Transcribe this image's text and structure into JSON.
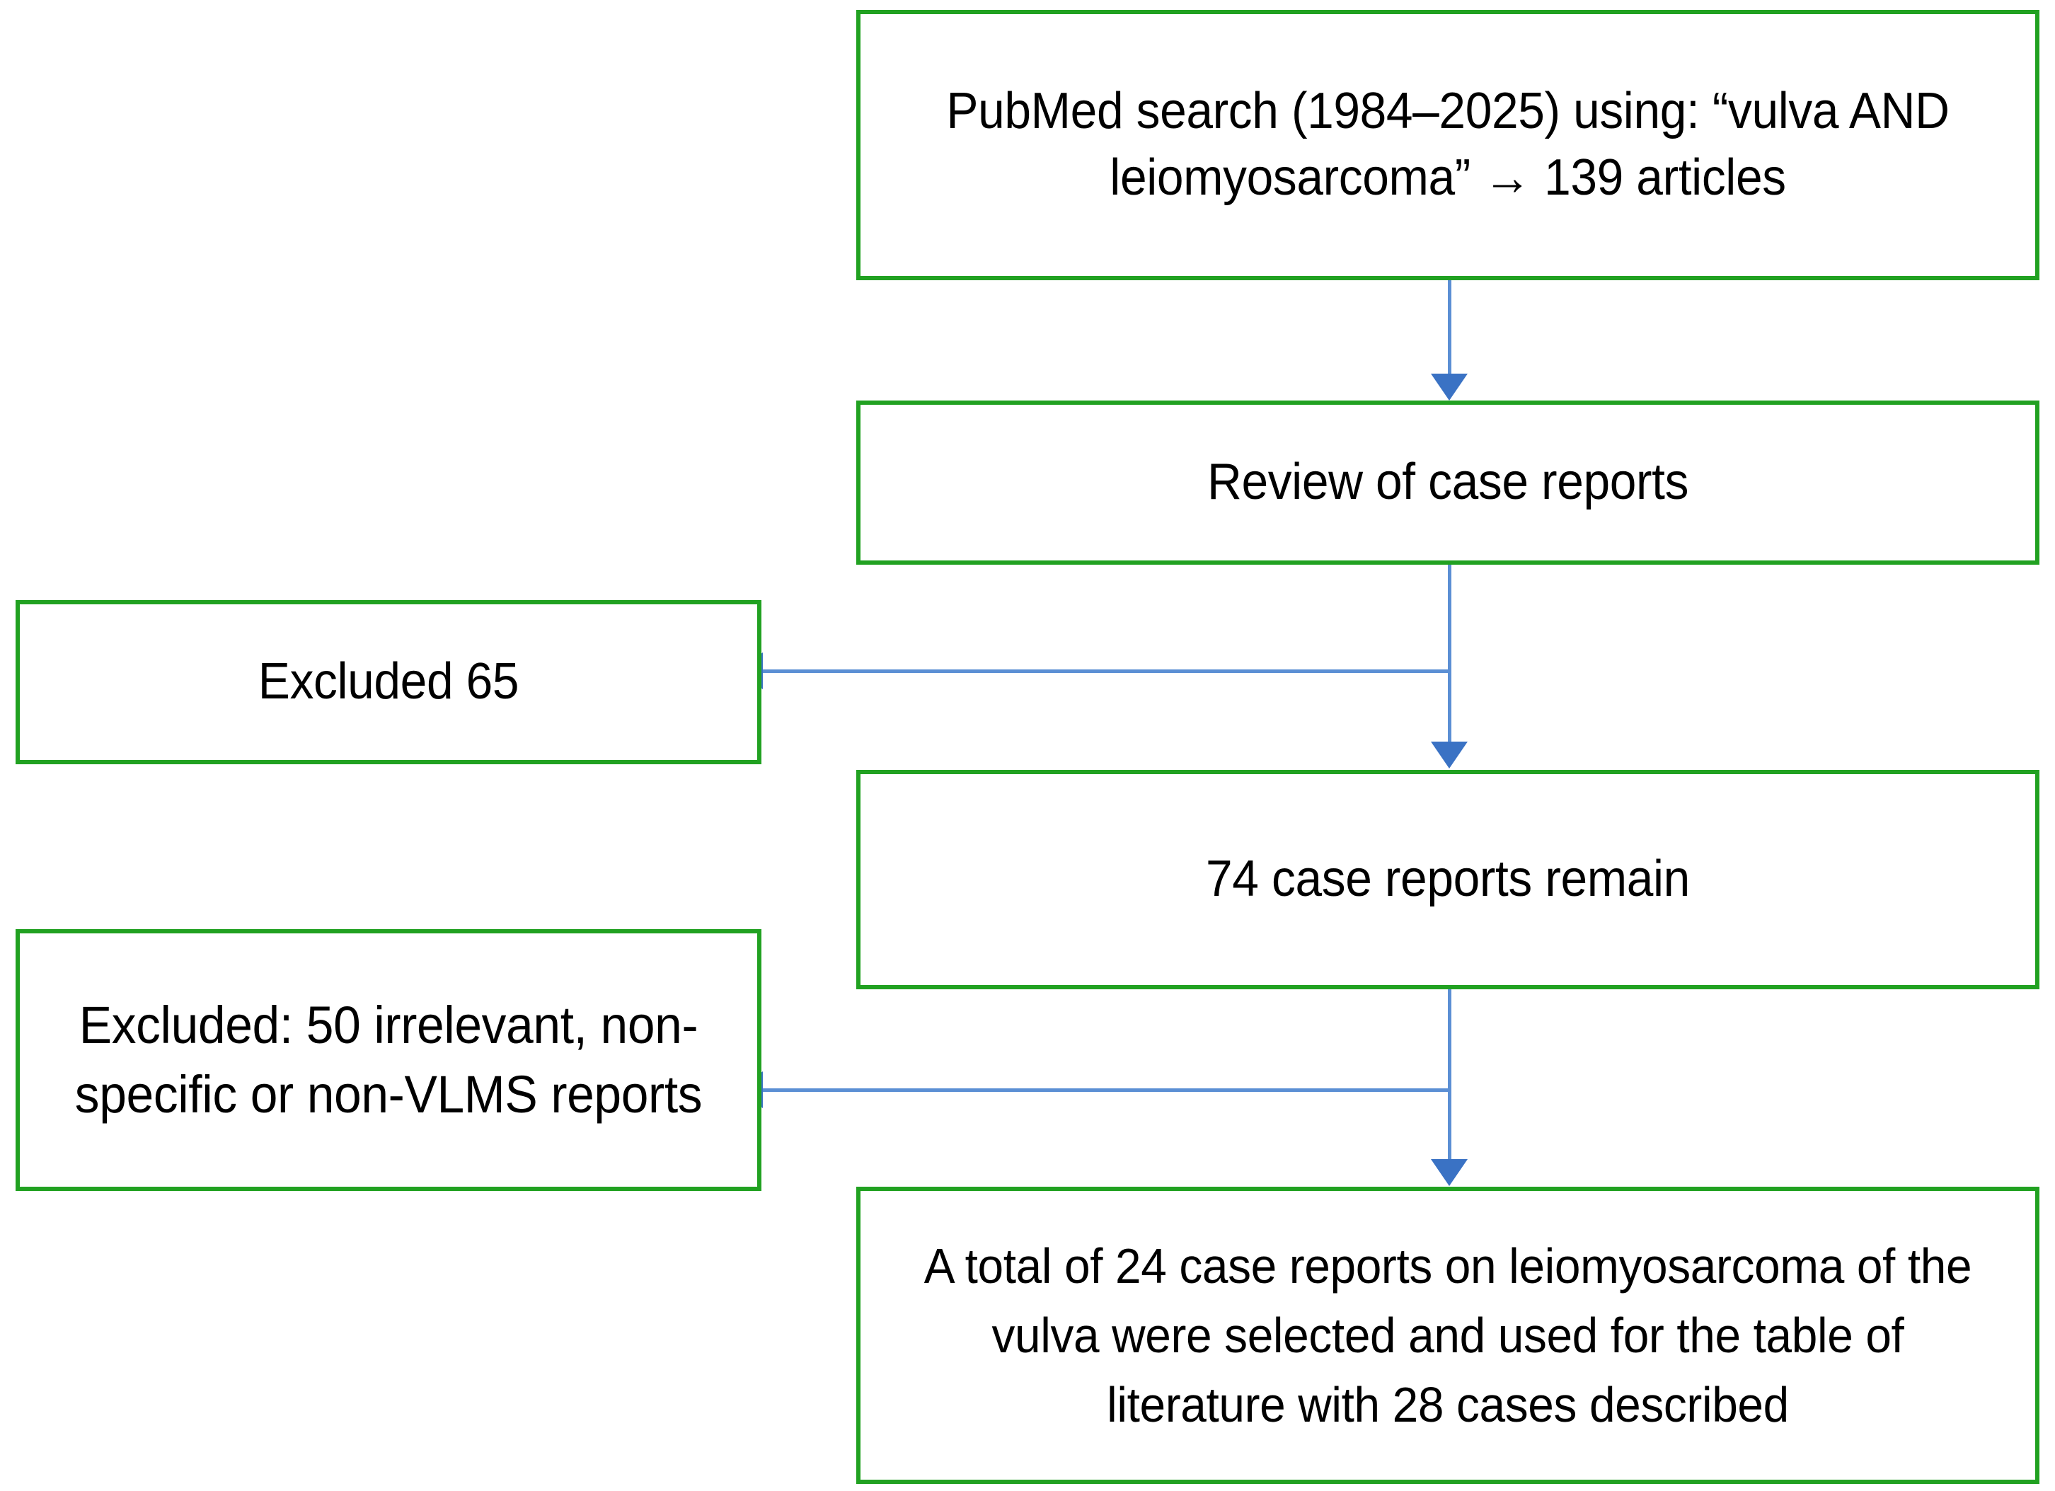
{
  "figure": {
    "type": "flowchart",
    "title": "PRISMA-style literature selection flow diagram",
    "colors": {
      "node_border": "#21A121",
      "node_fill": "#FFFFFF",
      "connector": "#5B8FD4",
      "arrowhead": "#3A72C4",
      "text": "#000000",
      "background": "#FFFFFF"
    }
  },
  "nodes": {
    "search": {
      "id": "pubmed-search",
      "text": "PubMed search (1984–2025) using: “vulva AND leiomyosarcoma” → 139 articles",
      "count": 139,
      "year_range": "1984–2025",
      "query": "vulva AND leiomyosarcoma"
    },
    "review": {
      "id": "review-of-case-reports",
      "text": "Review of case reports"
    },
    "excluded_65": {
      "id": "excluded-65",
      "text": "Excluded 65",
      "count": 65
    },
    "remain_74": {
      "id": "case-reports-remain",
      "text": "74 case reports remain",
      "count": 74
    },
    "excluded_50": {
      "id": "excluded-50-irrelevant",
      "text": "Excluded: 50 irrelevant, non-specific or non-VLMS reports",
      "count": 50
    },
    "total_24": {
      "id": "total-24-selected",
      "text": "A total of 24 case reports on leiomyosarcoma of the vulva were selected and used for the table of literature with 28 cases described",
      "reports": 24,
      "cases_described": 28
    }
  },
  "connectors": [
    {
      "name": "search-to-review",
      "from": "search",
      "to": "review",
      "direction": "down"
    },
    {
      "name": "review-to-remain74",
      "from": "review",
      "to": "remain_74",
      "direction": "down"
    },
    {
      "name": "review-to-excluded65",
      "from": "review",
      "to": "excluded_65",
      "direction": "left"
    },
    {
      "name": "remain74-to-total24",
      "from": "remain_74",
      "to": "total_24",
      "direction": "down"
    },
    {
      "name": "remain74-to-excluded50",
      "from": "remain_74",
      "to": "excluded_50",
      "direction": "left"
    }
  ]
}
